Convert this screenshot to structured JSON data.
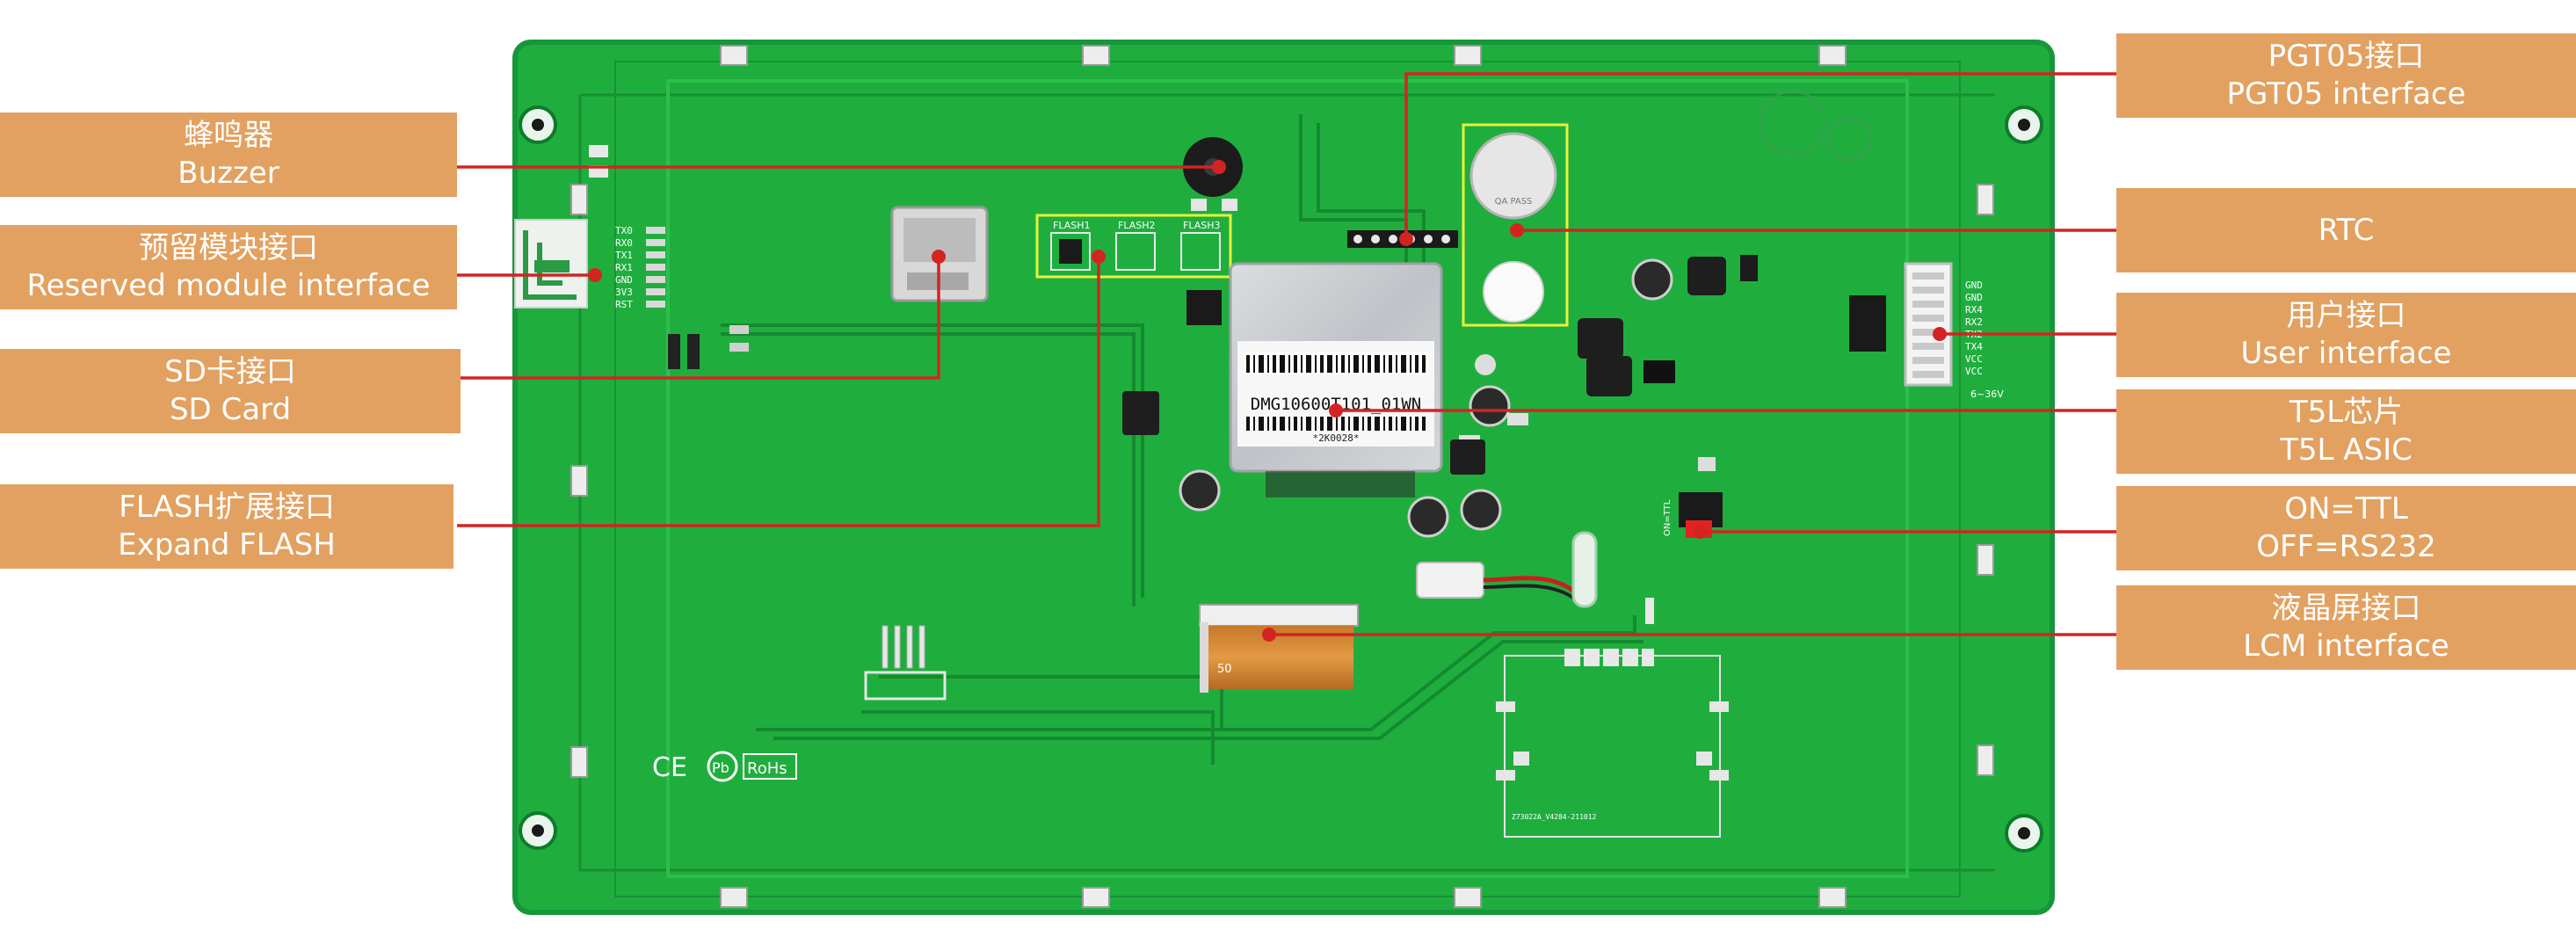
{
  "colors": {
    "label_fill": "#E2A160",
    "leader_line": "#D42323",
    "pcb_green": "#1FAE3E",
    "pcb_edge": "#0E8A2A",
    "screen_module": "#C9CCD0",
    "highlight_box": "#E7F23A"
  },
  "callouts": [
    {
      "id": "buzzer",
      "zh": "蜂鸣器",
      "en": "Buzzer"
    },
    {
      "id": "reserved",
      "zh": "预留模块接口",
      "en": "Reserved module interface"
    },
    {
      "id": "sdcard",
      "zh": "SD卡接口",
      "en": "SD Card"
    },
    {
      "id": "flash",
      "zh": "FLASH扩展接口",
      "en": "Expand FLASH"
    },
    {
      "id": "pgt05",
      "zh": "PGT05接口",
      "en": "PGT05 interface"
    },
    {
      "id": "rtc",
      "zh": "",
      "en": "RTC"
    },
    {
      "id": "user",
      "zh": "用户接口",
      "en": "User interface"
    },
    {
      "id": "t5l",
      "zh": "T5L芯片",
      "en": "T5L ASIC"
    },
    {
      "id": "ttl",
      "zh": "ON=TTL",
      "en": "OFF=RS232"
    },
    {
      "id": "lcm",
      "zh": "液晶屏接口",
      "en": "LCM interface"
    }
  ],
  "board_text": {
    "sticker_model": "DMG10600T101_01WN",
    "sticker_serial": "*2K0028*",
    "flash_labels": [
      "FLASH1",
      "FLASH2",
      "FLASH3"
    ],
    "uart_pins": [
      "TX0",
      "RX0",
      "TX1",
      "RX1",
      "GND",
      "3V3",
      "RST"
    ],
    "user_pins": [
      "GND",
      "GND",
      "RX4",
      "RX2",
      "TX2",
      "TX4",
      "VCC",
      "VCC"
    ],
    "voltage": "6~36V",
    "ttl_switch": "ON=TTL",
    "battery_text": "QA PASS",
    "fpc_number": "50",
    "cert_marks": [
      "CE",
      "Pb",
      "RoHs"
    ],
    "bottom_pcb_code": "Z73022A_V4284-211012"
  }
}
